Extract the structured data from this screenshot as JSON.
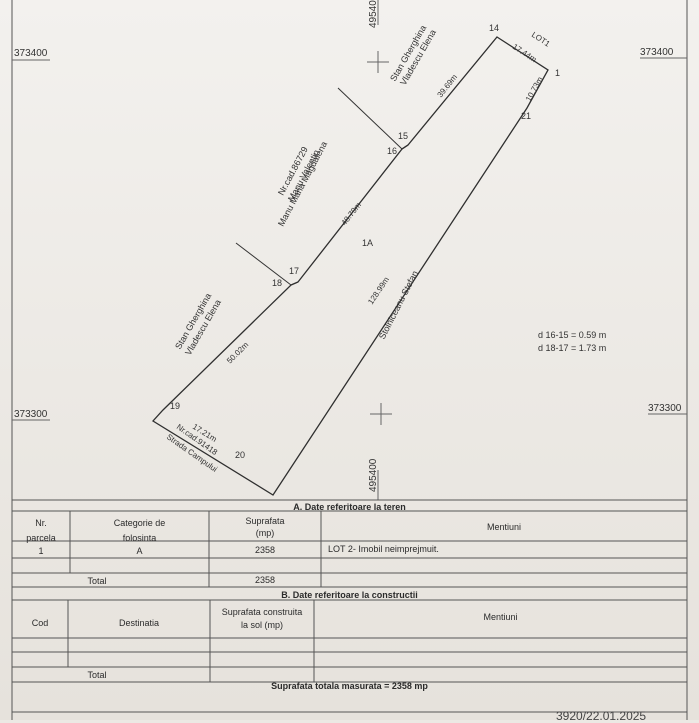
{
  "coords": {
    "north_left": "373400",
    "north_right": "373400",
    "south_left": "373300",
    "south_right": "373300",
    "top_vertical": "49540",
    "bottom_vertical": "495400"
  },
  "points": {
    "p14": "14",
    "p1": "1",
    "p21": "21",
    "p15": "15",
    "p16": "16",
    "p17": "17",
    "p18": "18",
    "p19": "19",
    "p20": "20",
    "lot": "LOT1",
    "parcel": "1A"
  },
  "lengths": {
    "l14_1": "17.44m",
    "l1_21": "10.73m",
    "l14_15": "39.69m",
    "l16_17": "48.79m",
    "l18_19": "50.02m",
    "l19_20": "17.21m",
    "l20_21": "128.99m"
  },
  "neighbors": {
    "top_name1": "Stan Gherghina",
    "top_name2": "Vladescu Elena",
    "mid_cad": "Nr.cad.86729",
    "mid_name1": "Manu Valentin",
    "mid_name2": "Manu Maria Magdalena",
    "left_name1": "Stan Gherghina",
    "left_name2": "Vladescu Elena",
    "right_name": "Stolniceanu Stefan",
    "street_cad": "Nr.cad.91418",
    "street_name": "Strada Campului"
  },
  "distances": {
    "d1": "d 16-15 = 0.59 m",
    "d2": "d 18-17 = 1.73 m"
  },
  "table_a": {
    "title": "A. Date referitoare la teren",
    "col_nr": "Nr.",
    "col_parcela": "parcela",
    "col_categorie": "Categorie de",
    "col_folosinta": "folosinta",
    "col_suprafata": "Suprafata",
    "col_mp": "(mp)",
    "col_mentiuni": "Mentiuni",
    "row_nr": "1",
    "row_cat": "A",
    "row_supr": "2358",
    "row_ment": "LOT 2- Imobil neimprejmuit.",
    "total_label": "Total",
    "total_value": "2358"
  },
  "table_b": {
    "title": "B. Date referitoare la constructii",
    "col_cod": "Cod",
    "col_destinatia": "Destinatia",
    "col_supr1": "Suprafata construita",
    "col_supr2": "la sol (mp)",
    "col_mentiuni": "Mentiuni",
    "total_label": "Total"
  },
  "footer": {
    "total_area": "Suprafata totala masurata = 2358 mp",
    "stamp_partial": "3920/22.01.2025"
  }
}
